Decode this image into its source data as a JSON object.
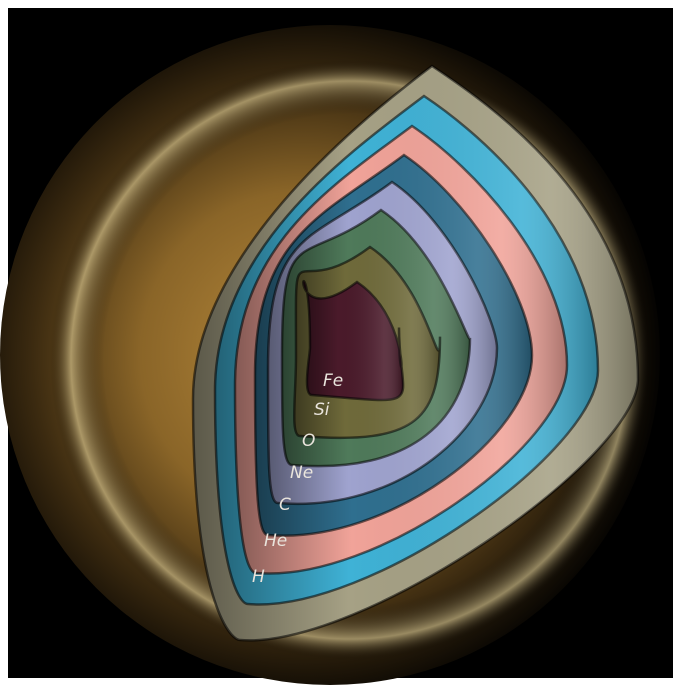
{
  "diagram": {
    "layers": [
      {
        "label": "H",
        "color": "#3fb2d6"
      },
      {
        "label": "He",
        "color": "#f1a399"
      },
      {
        "label": "C",
        "color": "#2f6f8f"
      },
      {
        "label": "Ne",
        "color": "#9fa3cf"
      },
      {
        "label": "O",
        "color": "#4f7a5a"
      },
      {
        "label": "Si",
        "color": "#6f6a3a"
      },
      {
        "label": "Fe",
        "color": "#4a1a2a"
      }
    ],
    "outer_shell_color": "#a6a185",
    "star_glow_color": "#c99a3a",
    "background_color": "#000000"
  }
}
